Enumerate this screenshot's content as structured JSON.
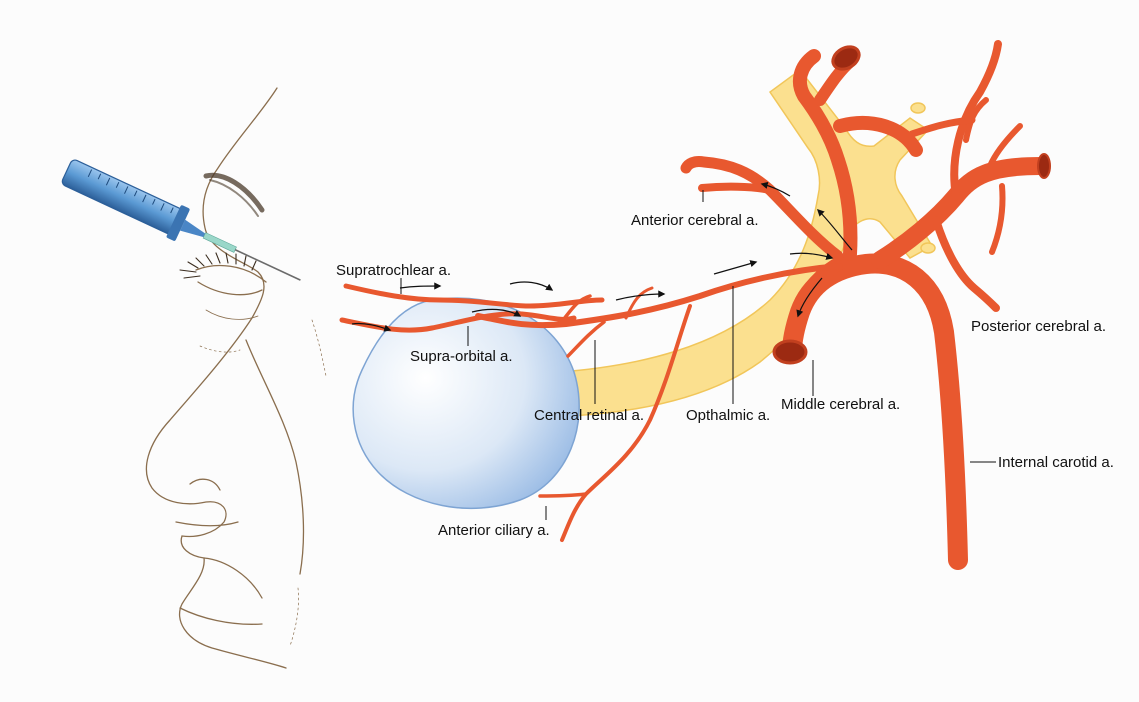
{
  "colors": {
    "artery": "#e8582f",
    "artery_dark": "#c2401f",
    "artery_lumen": "#9c2a12",
    "optic_nerve": "#fbe08f",
    "optic_nerve_edge": "#f1c65a",
    "eyeball_light": "#ffffff",
    "eyeball_dark": "#9fc0e6",
    "eyeball_edge": "#7ea4d3",
    "face_line": "#8a6e4e",
    "syringe_blue": "#5b9ad4",
    "syringe_dark": "#2c5f99",
    "needle": "#9ad7c9",
    "flow_arrow": "#111111"
  },
  "icons": {
    "face": "face-profile-icon",
    "syringe": "syringe-icon",
    "eyeball": "eyeball-icon",
    "flow": "flow-arrow-icon"
  },
  "labels": {
    "supratrochlear": "Supratrochlear a.",
    "supra_orbital": "Supra-orbital a.",
    "anterior_cerebral": "Anterior cerebral a.",
    "posterior_cerebral": "Posterior cerebral a.",
    "central_retinal": "Central retinal a.",
    "opthalmic": "Opthalmic a.",
    "middle_cerebral": "Middle cerebral a.",
    "internal_carotid": "Internal carotid a.",
    "anterior_ciliary": "Anterior ciliary a."
  }
}
